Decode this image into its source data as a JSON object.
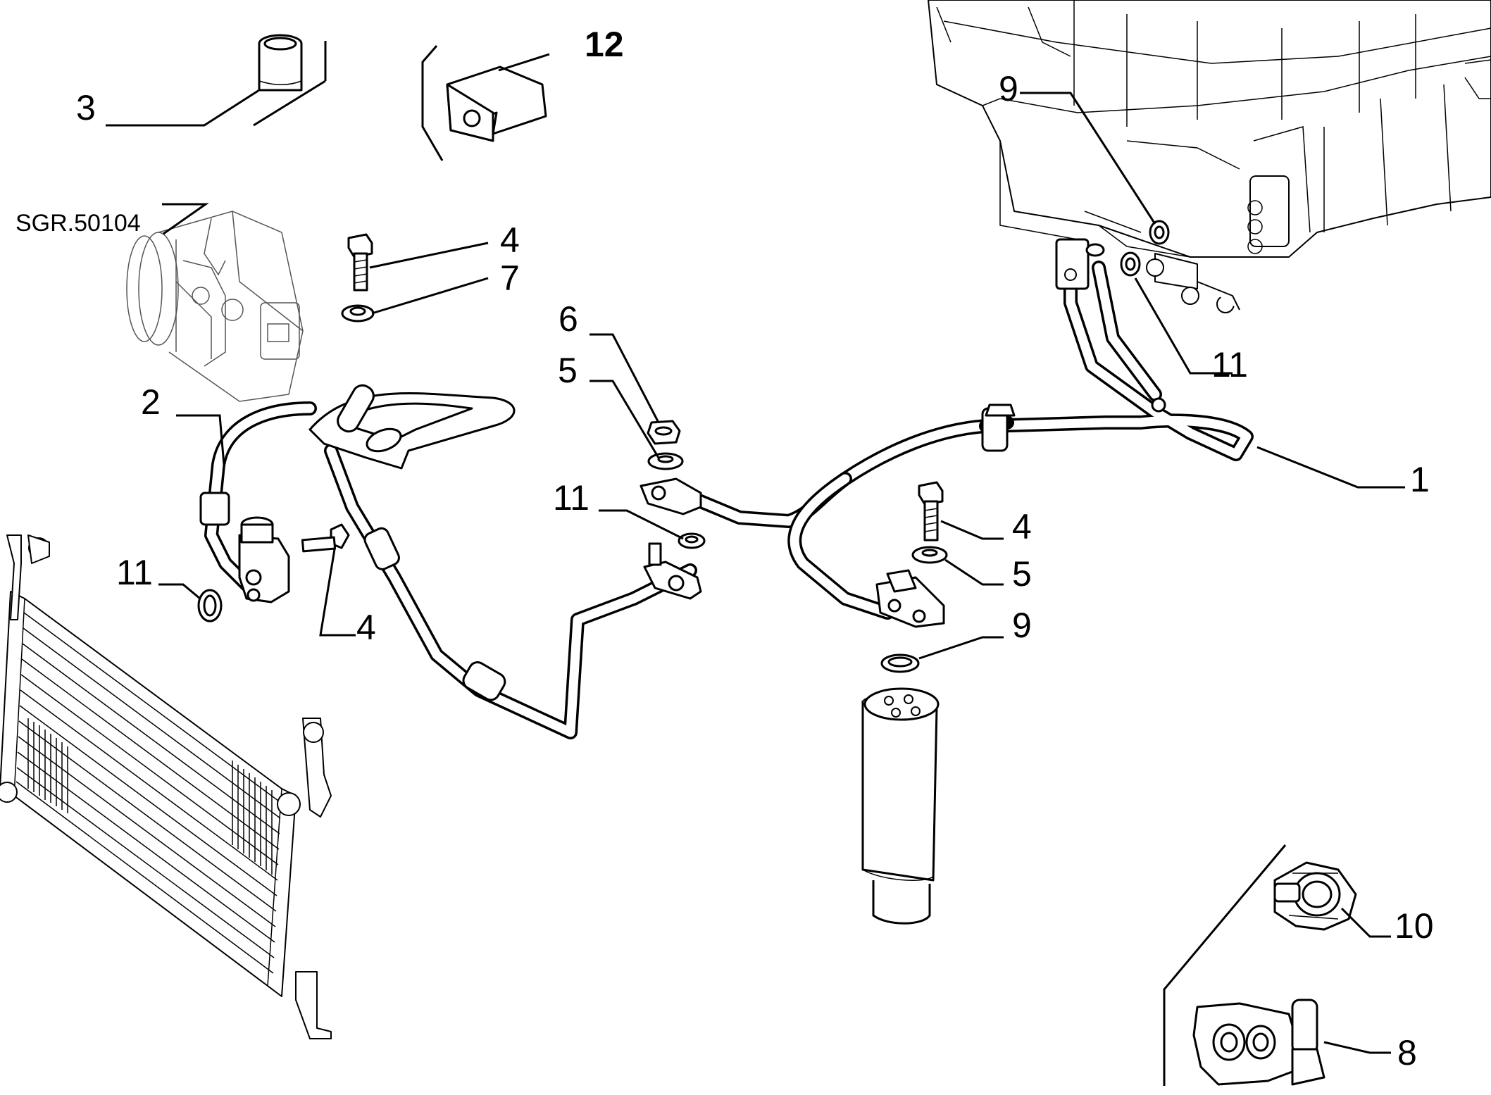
{
  "diagram": {
    "ref_code": "SGR.50104",
    "callouts": [
      {
        "id": "c1",
        "text": "1"
      },
      {
        "id": "c2",
        "text": "2"
      },
      {
        "id": "c3",
        "text": "3"
      },
      {
        "id": "c4a",
        "text": "4"
      },
      {
        "id": "c4b",
        "text": "4"
      },
      {
        "id": "c4c",
        "text": "4"
      },
      {
        "id": "c5a",
        "text": "5"
      },
      {
        "id": "c5b",
        "text": "5"
      },
      {
        "id": "c6",
        "text": "6"
      },
      {
        "id": "c7",
        "text": "7"
      },
      {
        "id": "c8",
        "text": "8"
      },
      {
        "id": "c9a",
        "text": "9"
      },
      {
        "id": "c9b",
        "text": "9"
      },
      {
        "id": "c10",
        "text": "10"
      },
      {
        "id": "c11a",
        "text": "11"
      },
      {
        "id": "c11b",
        "text": "11"
      },
      {
        "id": "c11c",
        "text": "11"
      },
      {
        "id": "c12",
        "text": "12"
      }
    ]
  }
}
